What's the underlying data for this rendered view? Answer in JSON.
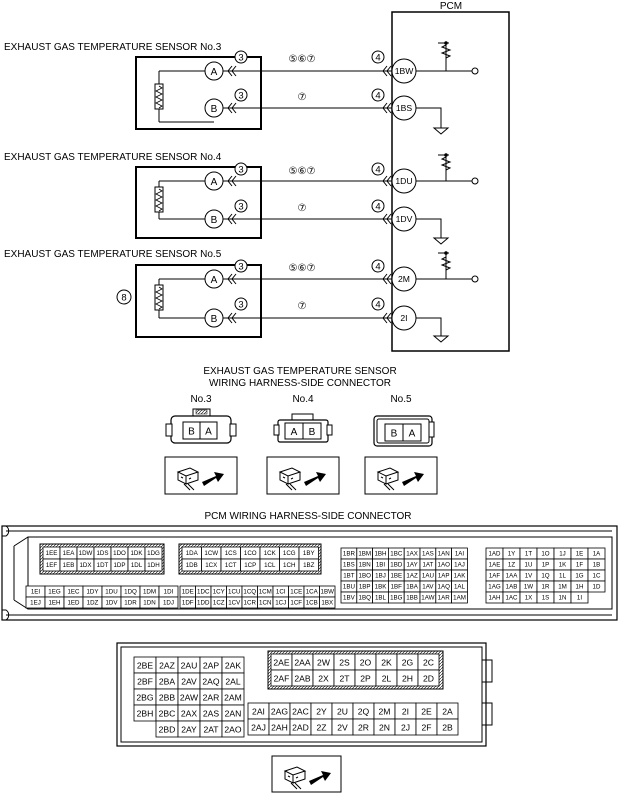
{
  "pcm_label": "PCM",
  "sensors": [
    {
      "title": "EXHAUST GAS TEMPERATURE SENSOR No.3",
      "pin_a": "A",
      "pin_b": "B",
      "wire_a_left": "3",
      "wire_a_mid": "⑤⑥⑦",
      "wire_a_right": "4",
      "term_a": "1BW",
      "wire_b_left": "3",
      "wire_b_mid": "⑦",
      "wire_b_right": "4",
      "term_b": "1BS"
    },
    {
      "title": "EXHAUST GAS TEMPERATURE SENSOR No.4",
      "pin_a": "A",
      "pin_b": "B",
      "wire_a_left": "3",
      "wire_a_mid": "⑤⑥⑦",
      "wire_a_right": "4",
      "term_a": "1DU",
      "wire_b_left": "3",
      "wire_b_mid": "⑦",
      "wire_b_right": "4",
      "term_b": "1DV"
    },
    {
      "title": "EXHAUST GAS TEMPERATURE SENSOR No.5",
      "pin_a": "A",
      "pin_b": "B",
      "wire_a_left": "3",
      "wire_a_mid": "⑤⑥⑦",
      "wire_a_right": "4",
      "term_a": "2M",
      "wire_b_left": "3",
      "wire_b_mid": "⑦",
      "wire_b_right": "4",
      "term_b": "2I"
    }
  ],
  "sensor5_note": "8",
  "harness_title_1": "EXHAUST GAS TEMPERATURE SENSOR",
  "harness_title_2": "WIRING HARNESS-SIDE CONNECTOR",
  "harness_connectors": [
    {
      "label": "No.3",
      "pins": [
        "B",
        "A"
      ]
    },
    {
      "label": "No.4",
      "pins": [
        "A",
        "B"
      ]
    },
    {
      "label": "No.5",
      "pins": [
        "B",
        "A"
      ]
    }
  ],
  "pcm_connector_title": "PCM WIRING HARNESS-SIDE CONNECTOR",
  "pcm1": {
    "g1_top": [
      "1EE",
      "1EA",
      "1DW",
      "1DS",
      "1DO",
      "1DK",
      "1DG"
    ],
    "g1_bot": [
      "1EF",
      "1EB",
      "1DX",
      "1DT",
      "1DP",
      "1DL",
      "1DH"
    ],
    "g2_top": [
      "1DA",
      "1CW",
      "1CS",
      "1CO",
      "1CK",
      "1CG",
      "1BY"
    ],
    "g2_bot": [
      "1DB",
      "1CX",
      "1CT",
      "1CP",
      "1CL",
      "1CH",
      "1BZ"
    ],
    "g3_top": [
      "1EI",
      "1EG",
      "1EC",
      "1DY",
      "1DU",
      "1DQ",
      "1DM",
      "1DI"
    ],
    "g3_bot": [
      "1EJ",
      "1EH",
      "1ED",
      "1DZ",
      "1DV",
      "1DR",
      "1DN",
      "1DJ"
    ],
    "g4_top": [
      "1DE",
      "1DC",
      "1CY",
      "1CU",
      "1CQ",
      "1CM",
      "1CI",
      "1CE",
      "1CA",
      "1BW"
    ],
    "g4_bot": [
      "1DF",
      "1DD",
      "1CZ",
      "1CV",
      "1CR",
      "1CN",
      "1CJ",
      "1CF",
      "1CB",
      "1BX"
    ],
    "g5": [
      [
        "1BR",
        "1BM",
        "1BH",
        "1BC",
        "1AX",
        "1AS",
        "1AN",
        "1AI"
      ],
      [
        "1BS",
        "1BN",
        "1BI",
        "1BD",
        "1AY",
        "1AT",
        "1AO",
        "1AJ"
      ],
      [
        "1BT",
        "1BO",
        "1BJ",
        "1BE",
        "1AZ",
        "1AU",
        "1AP",
        "1AK"
      ],
      [
        "1BU",
        "1BP",
        "1BK",
        "1BF",
        "1BA",
        "1AV",
        "1AQ",
        "1AL"
      ],
      [
        "1BV",
        "1BQ",
        "1BL",
        "1BG",
        "1BB",
        "1AW",
        "1AR",
        "1AM"
      ]
    ],
    "g6": [
      [
        "1AD",
        "1Y",
        "1T",
        "1O",
        "1J",
        "1E",
        "1A"
      ],
      [
        "1AE",
        "1Z",
        "1U",
        "1P",
        "1K",
        "1F",
        "1B"
      ],
      [
        "1AF",
        "1AA",
        "1V",
        "1Q",
        "1L",
        "1G",
        "1C"
      ],
      [
        "1AG",
        "1AB",
        "1W",
        "1R",
        "1M",
        "1H",
        "1D"
      ],
      [
        "1AH",
        "1AC",
        "1X",
        "1S",
        "1N",
        "1I",
        ""
      ]
    ]
  },
  "pcm2": {
    "left": [
      [
        "2BE",
        "2AZ",
        "2AU",
        "2AP",
        "2AK"
      ],
      [
        "2BF",
        "2BA",
        "2AV",
        "2AQ",
        "2AL"
      ],
      [
        "2BG",
        "2BB",
        "2AW",
        "2AR",
        "2AM"
      ],
      [
        "2BH",
        "2BC",
        "2AX",
        "2AS",
        "2AN"
      ],
      [
        "",
        "2BD",
        "2AY",
        "2AT",
        "2AO"
      ]
    ],
    "top_right": [
      [
        "2AE",
        "2AA",
        "2W",
        "2S",
        "2O",
        "2K",
        "2G",
        "2C"
      ],
      [
        "2AF",
        "2AB",
        "2X",
        "2T",
        "2P",
        "2L",
        "2H",
        "2D"
      ]
    ],
    "bottom_right": [
      [
        "2AI",
        "2AG",
        "2AC",
        "2Y",
        "2U",
        "2Q",
        "2M",
        "2I",
        "2E",
        "2A"
      ],
      [
        "2AJ",
        "2AH",
        "2AD",
        "2Z",
        "2V",
        "2R",
        "2N",
        "2J",
        "2F",
        "2B"
      ]
    ]
  }
}
